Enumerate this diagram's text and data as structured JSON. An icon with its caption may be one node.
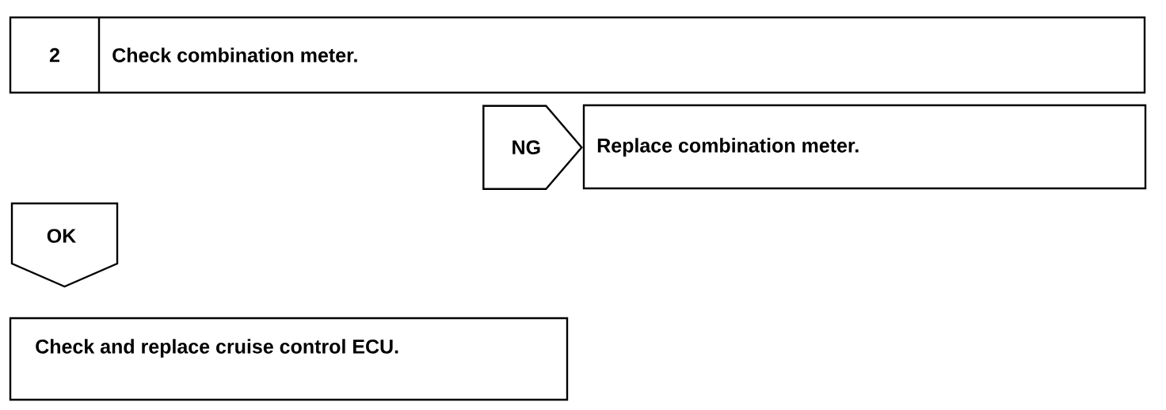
{
  "diagram": {
    "nodes": [
      {
        "text": [
          "2",
          "Check combination meter."
        ]
      },
      {
        "text": [
          "Replace combination meter."
        ]
      },
      {
        "text": [
          "OK"
        ]
      },
      {
        "text": [
          "Check and replace cruise control ECU."
        ]
      }
    ],
    "edges": [
      {
        "from": 0,
        "to": 1,
        "arrow": "to",
        "label": "NG"
      }
    ]
  }
}
